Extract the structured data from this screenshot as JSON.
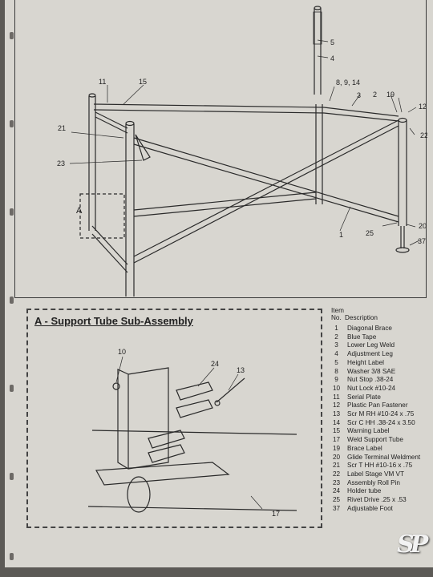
{
  "main_callouts": [
    {
      "id": "5",
      "label": "5"
    },
    {
      "id": "4",
      "label": "4"
    },
    {
      "id": "11",
      "label": "11"
    },
    {
      "id": "15",
      "label": "15"
    },
    {
      "id": "8-9-14",
      "label": "8, 9, 14"
    },
    {
      "id": "3",
      "label": "3"
    },
    {
      "id": "2",
      "label": "2"
    },
    {
      "id": "19",
      "label": "19"
    },
    {
      "id": "12",
      "label": "12"
    },
    {
      "id": "21",
      "label": "21"
    },
    {
      "id": "22",
      "label": "22"
    },
    {
      "id": "23",
      "label": "23"
    },
    {
      "id": "a",
      "label": "A"
    },
    {
      "id": "1",
      "label": "1"
    },
    {
      "id": "25",
      "label": "25"
    },
    {
      "id": "20",
      "label": "20"
    },
    {
      "id": "37",
      "label": "37"
    }
  ],
  "subassembly": {
    "title": "A - Support Tube Sub-Assembly",
    "callouts": [
      {
        "id": "10",
        "label": "10"
      },
      {
        "id": "24",
        "label": "24"
      },
      {
        "id": "13",
        "label": "13"
      },
      {
        "id": "17",
        "label": "17"
      }
    ]
  },
  "parts_table": {
    "header_item": "Item",
    "header_no": "No.",
    "header_description": "Description",
    "rows": [
      {
        "no": "1",
        "description": "Diagonal Brace"
      },
      {
        "no": "2",
        "description": "Blue Tape"
      },
      {
        "no": "3",
        "description": "Lower Leg Weld"
      },
      {
        "no": "4",
        "description": "Adjustment Leg"
      },
      {
        "no": "5",
        "description": "Height Label"
      },
      {
        "no": "8",
        "description": "Washer 3/8 SAE"
      },
      {
        "no": "9",
        "description": "Nut Stop .38-24"
      },
      {
        "no": "10",
        "description": "Nut Lock #10-24"
      },
      {
        "no": "11",
        "description": "Serial Plate"
      },
      {
        "no": "12",
        "description": "Plastic Pan Fastener"
      },
      {
        "no": "13",
        "description": "Scr M RH #10-24 x .75"
      },
      {
        "no": "14",
        "description": "Scr C HH .38-24 x 3.50"
      },
      {
        "no": "15",
        "description": "Warning Label"
      },
      {
        "no": "17",
        "description": "Weld Support Tube"
      },
      {
        "no": "19",
        "description": "Brace Label"
      },
      {
        "no": "20",
        "description": "Glide Terminal Weldment"
      },
      {
        "no": "21",
        "description": "Scr T HH #10-16 x .75"
      },
      {
        "no": "22",
        "description": "Label Stage VM VT"
      },
      {
        "no": "23",
        "description": "Assembly Roll Pin"
      },
      {
        "no": "24",
        "description": "Holder tube"
      },
      {
        "no": "25",
        "description": "Rivet Drive .25 x .53"
      },
      {
        "no": "37",
        "description": "Adjustable Foot"
      }
    ]
  },
  "watermark": "SP"
}
